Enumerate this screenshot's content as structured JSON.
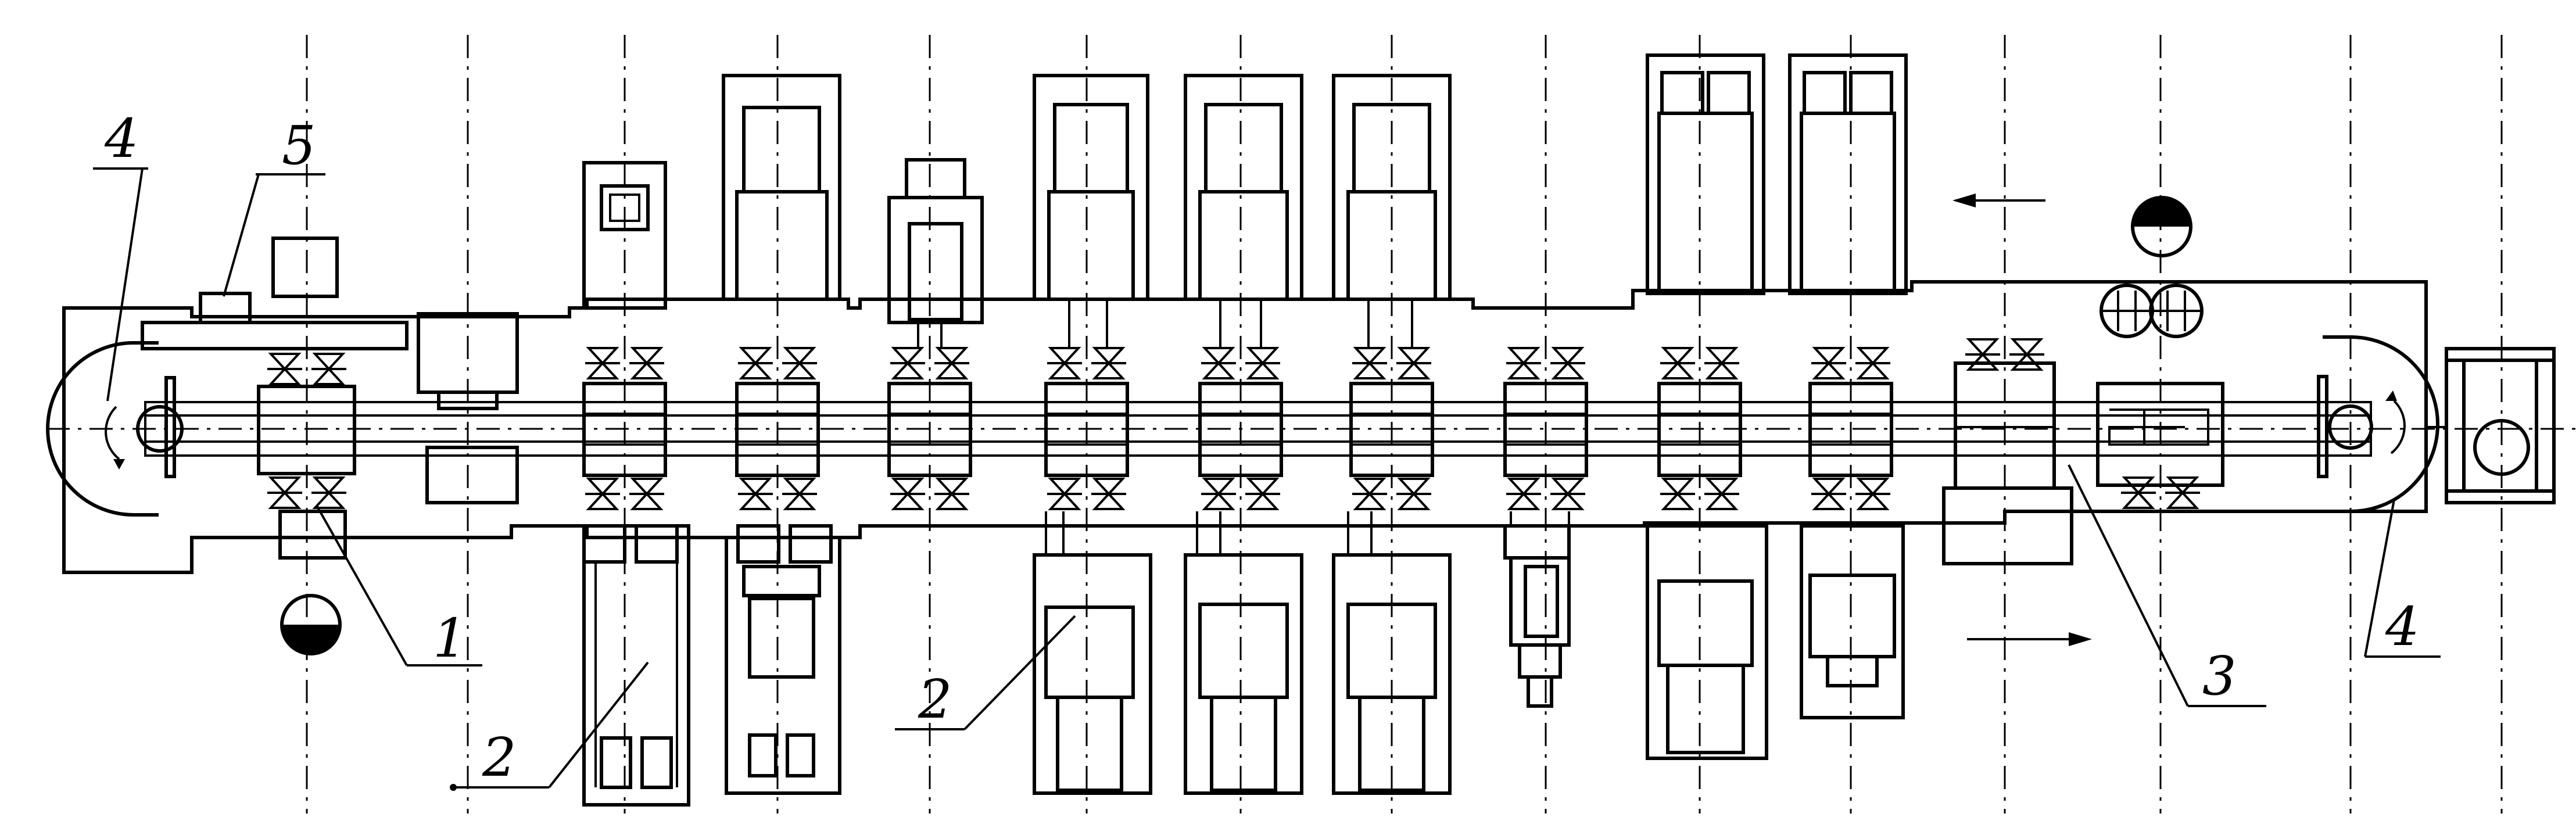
{
  "callouts": [
    {
      "id": "callout-1",
      "text": "1"
    },
    {
      "id": "callout-2a",
      "text": "2"
    },
    {
      "id": "callout-2b",
      "text": "2"
    },
    {
      "id": "callout-3",
      "text": "3"
    },
    {
      "id": "callout-4-left",
      "text": "4"
    },
    {
      "id": "callout-4-right",
      "text": "4"
    },
    {
      "id": "callout-5",
      "text": "5"
    }
  ]
}
